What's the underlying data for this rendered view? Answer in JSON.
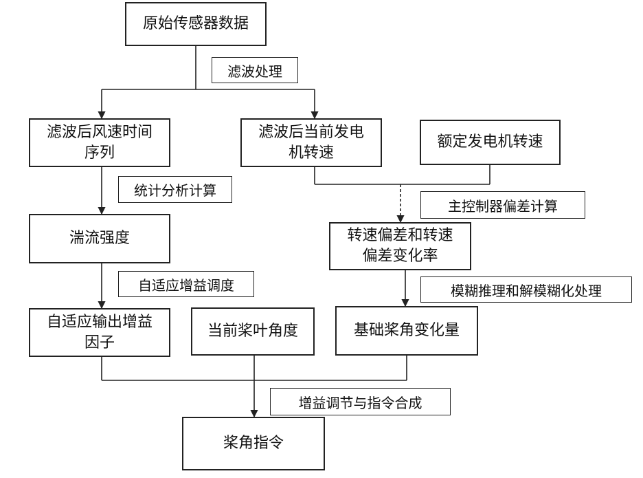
{
  "colors": {
    "line": "#222222",
    "text": "#111111",
    "background": "#ffffff"
  },
  "nodes": {
    "raw_sensor_data": "原始传感器数据",
    "filtered_wind_speed_series": "滤波后风速时间\n序列",
    "filtered_generator_speed": "滤波后当前发电\n机转速",
    "rated_generator_speed": "额定发电机转速",
    "turbulence_intensity": "湍流强度",
    "speed_deviation_and_rate": "转速偏差和转速\n偏差变化率",
    "adaptive_gain_factor": "自适应输出增益\n因子",
    "current_pitch_angle": "当前桨叶角度",
    "base_pitch_change": "基础桨角变化量",
    "pitch_command": "桨角指令"
  },
  "edge_labels": {
    "filtering": "滤波处理",
    "statistical_analysis": "统计分析计算",
    "main_controller_deviation": "主控制器偏差计算",
    "adaptive_gain_scheduling": "自适应增益调度",
    "fuzzy_inference": "模糊推理和解模糊化处理",
    "gain_adjust_command_synthesis": "增益调节与指令合成"
  }
}
